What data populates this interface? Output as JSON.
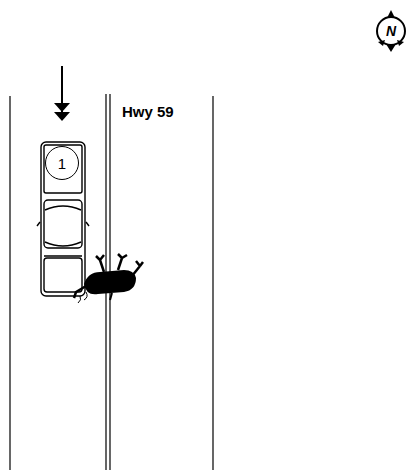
{
  "diagram": {
    "nodes": [
      {
        "text": [
          "1"
        ]
      }
    ],
    "labels": [
      "Hwy 59",
      "N"
    ]
  }
}
